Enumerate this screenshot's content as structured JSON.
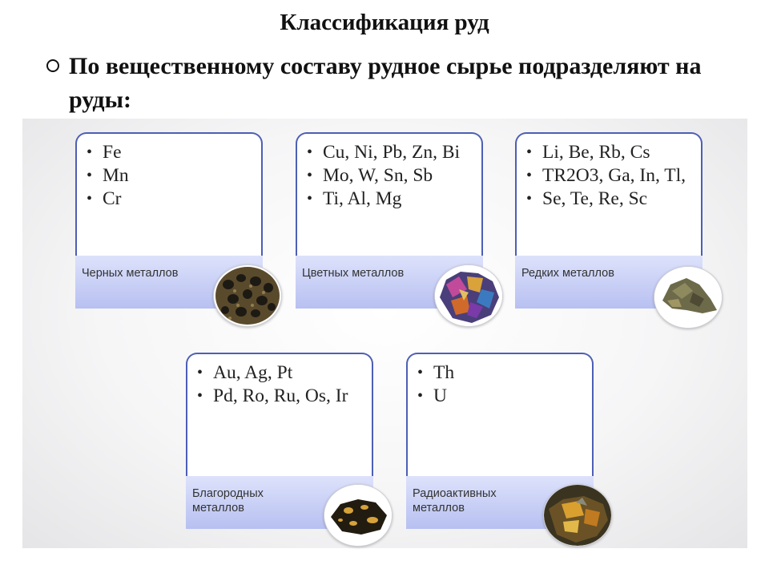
{
  "title": "Классификация руд",
  "intro": "По вещественному составу рудное сырье подразделяют на руды:",
  "cards": [
    {
      "items": [
        "Fe",
        "Mn",
        "Cr"
      ],
      "label": "Черных металлов",
      "icon": "black-ore-icon"
    },
    {
      "items": [
        "Cu, Ni, Pb, Zn, Bi",
        "Mo, W, Sn, Sb",
        "Ti, Al, Mg"
      ],
      "label": "Цветных металлов",
      "icon": "nonferrous-ore-icon"
    },
    {
      "items": [
        "Li, Be, Rb, Cs",
        "TR2O3, Ga, In, Tl,",
        "Se, Te, Re, Sc"
      ],
      "label": "Редких металлов",
      "icon": "rare-ore-icon"
    },
    {
      "items": [
        "Au, Ag, Pt",
        "Pd, Ro, Ru, Os, Ir"
      ],
      "label": "Благородных металлов",
      "icon": "noble-ore-icon"
    },
    {
      "items": [
        "Th",
        "U"
      ],
      "label": "Радиоактивных металлов",
      "icon": "radioactive-ore-icon"
    }
  ],
  "colors": {
    "card_border": "#4d5fb5",
    "label_band_top": "#dde2fb",
    "label_band_bottom": "#b7c0f1"
  }
}
